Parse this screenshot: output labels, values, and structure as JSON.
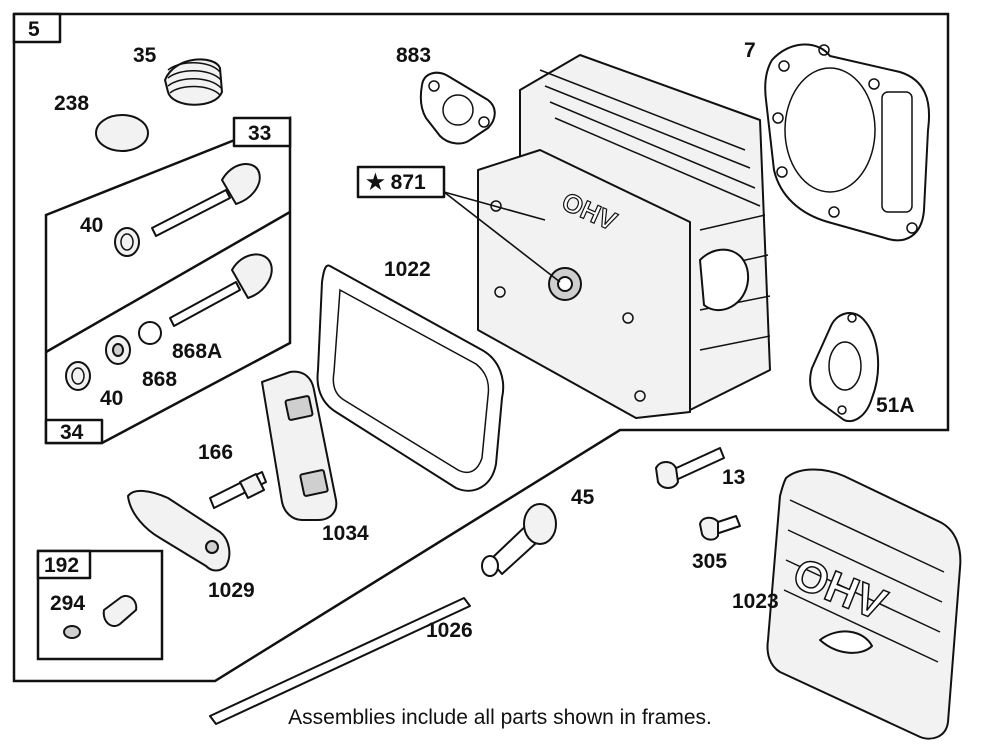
{
  "assembly_number": "5",
  "sub_assemblies": [
    {
      "id": "box-33",
      "label": "33"
    },
    {
      "id": "box-34",
      "label": "34"
    },
    {
      "id": "box-192",
      "label": "192"
    }
  ],
  "parts": [
    {
      "id": "35",
      "label": "35"
    },
    {
      "id": "238",
      "label": "238"
    },
    {
      "id": "883",
      "label": "883"
    },
    {
      "id": "7",
      "label": "7"
    },
    {
      "id": "40a",
      "label": "40"
    },
    {
      "id": "871",
      "label": "★ 871"
    },
    {
      "id": "1022",
      "label": "1022"
    },
    {
      "id": "868A",
      "label": "868A"
    },
    {
      "id": "868",
      "label": "868"
    },
    {
      "id": "40b",
      "label": "40"
    },
    {
      "id": "51A",
      "label": "51A"
    },
    {
      "id": "166",
      "label": "166"
    },
    {
      "id": "13",
      "label": "13"
    },
    {
      "id": "45",
      "label": "45"
    },
    {
      "id": "1034",
      "label": "1034"
    },
    {
      "id": "305",
      "label": "305"
    },
    {
      "id": "1029",
      "label": "1029"
    },
    {
      "id": "1023",
      "label": "1023"
    },
    {
      "id": "294",
      "label": "294"
    },
    {
      "id": "1026",
      "label": "1026"
    }
  ],
  "cast_text": {
    "head": "OHV",
    "cover": "OHV"
  },
  "footer_note": "Assemblies include all parts shown in frames."
}
